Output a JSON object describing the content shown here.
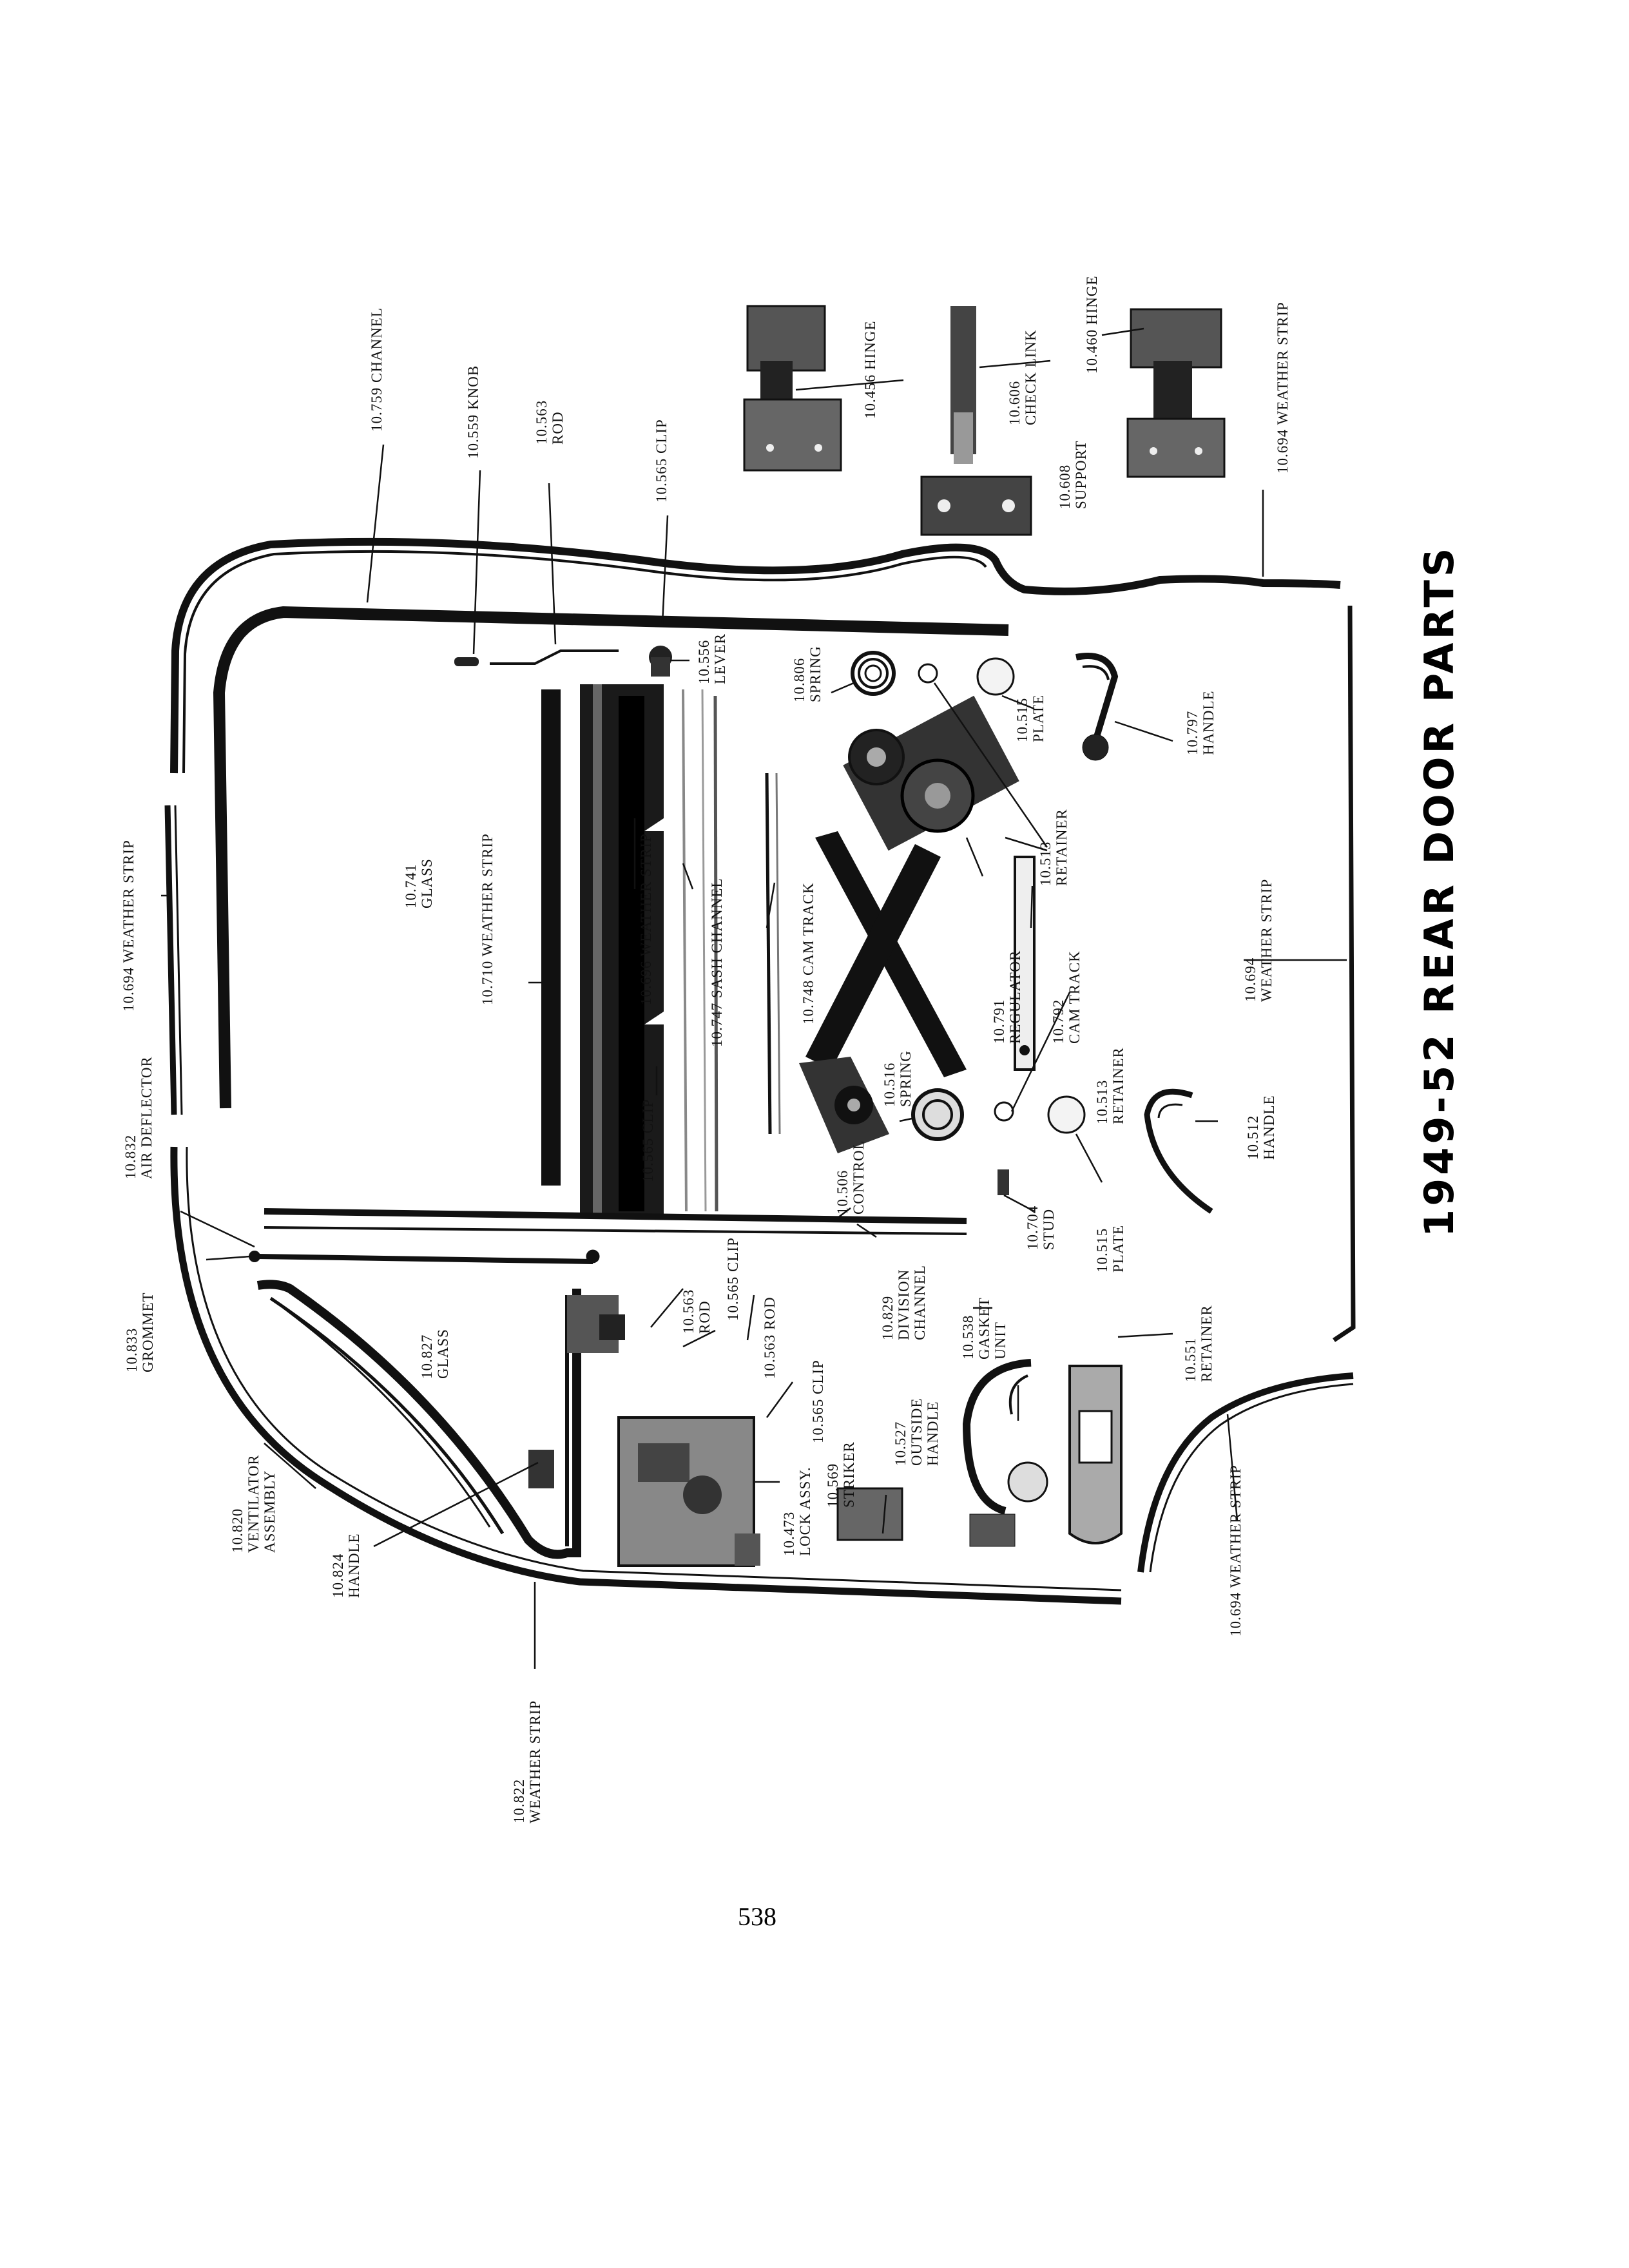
{
  "title": "1949-52 REAR DOOR PARTS",
  "page_number": "538",
  "labels": {
    "channel_759": [
      "10.759 CHANNEL"
    ],
    "knob_559": [
      "10.559 KNOB"
    ],
    "rod_563_top": [
      "10.563",
      "ROD"
    ],
    "clip_565_top": [
      "10.565 CLIP"
    ],
    "lever_556": [
      "10.556",
      "LEVER"
    ],
    "spring_806": [
      "10.806",
      "SPRING"
    ],
    "hinge_456": [
      "10.456 HINGE"
    ],
    "check_link_606": [
      "10.606",
      "CHECK LINK"
    ],
    "support_608": [
      "10.608",
      "SUPPORT"
    ],
    "hinge_460": [
      "10.460 HINGE"
    ],
    "weather_strip_694_top": [
      "10.694 WEATHER STRIP"
    ],
    "plate_515_top": [
      "10.515",
      "PLATE"
    ],
    "retainer_513_top": [
      "10.513",
      "RETAINER"
    ],
    "handle_797": [
      "10.797",
      "HANDLE"
    ],
    "weather_strip_694_left": [
      "10.694 WEATHER STRIP"
    ],
    "glass_741": [
      "10.741",
      "GLASS"
    ],
    "weather_strip_710": [
      "10.710 WEATHER STRIP"
    ],
    "weather_strip_696": [
      "10.696 WEATHER STRIP"
    ],
    "sash_channel_747": [
      "10.747 SASH CHANNEL"
    ],
    "cam_track_748": [
      "10.748 CAM TRACK"
    ],
    "regulator_791": [
      "10.791",
      "REGULATOR"
    ],
    "cam_track_792": [
      "10.792",
      "CAM TRACK"
    ],
    "weather_strip_694_right": [
      "10.694",
      "WEATHER STRIP"
    ],
    "clip_565_mid": [
      "10.565 CLIP"
    ],
    "spring_516": [
      "10.516",
      "SPRING"
    ],
    "retainer_513_mid": [
      "10.513",
      "RETAINER"
    ],
    "handle_512": [
      "10.512",
      "HANDLE"
    ],
    "air_deflector_832": [
      "10.832",
      "AIR DEFLECTOR"
    ],
    "control_506": [
      "10.506",
      "CONTROL"
    ],
    "stud_704": [
      "10.704",
      "STUD"
    ],
    "plate_515_mid": [
      "10.515",
      "PLATE"
    ],
    "grommet_833": [
      "10.833",
      "GROMMET"
    ],
    "glass_827": [
      "10.827",
      "GLASS"
    ],
    "rod_563_left": [
      "10.563",
      "ROD"
    ],
    "clip_565_low": [
      "10.565 CLIP"
    ],
    "rod_563_low": [
      "10.563 ROD"
    ],
    "division_channel_829": [
      "10.829",
      "DIVISION",
      "CHANNEL"
    ],
    "clip_565_lower": [
      "10.565 CLIP"
    ],
    "gasket_unit_538": [
      "10.538",
      "GASKET",
      "UNIT"
    ],
    "outside_handle_527": [
      "10.527",
      "OUTSIDE",
      "HANDLE"
    ],
    "retainer_551": [
      "10.551",
      "RETAINER"
    ],
    "ventilator_820": [
      "10.820",
      "VENTILATOR",
      "ASSEMBLY"
    ],
    "handle_824": [
      "10.824",
      "HANDLE"
    ],
    "striker_569": [
      "10.569",
      "STRIKER"
    ],
    "lock_473": [
      "10.473",
      "LOCK ASSY."
    ],
    "weather_strip_822": [
      "10.822",
      "WEATHER STRIP"
    ],
    "weather_strip_694_bottom": [
      "10.694 WEATHER STRIP"
    ]
  }
}
